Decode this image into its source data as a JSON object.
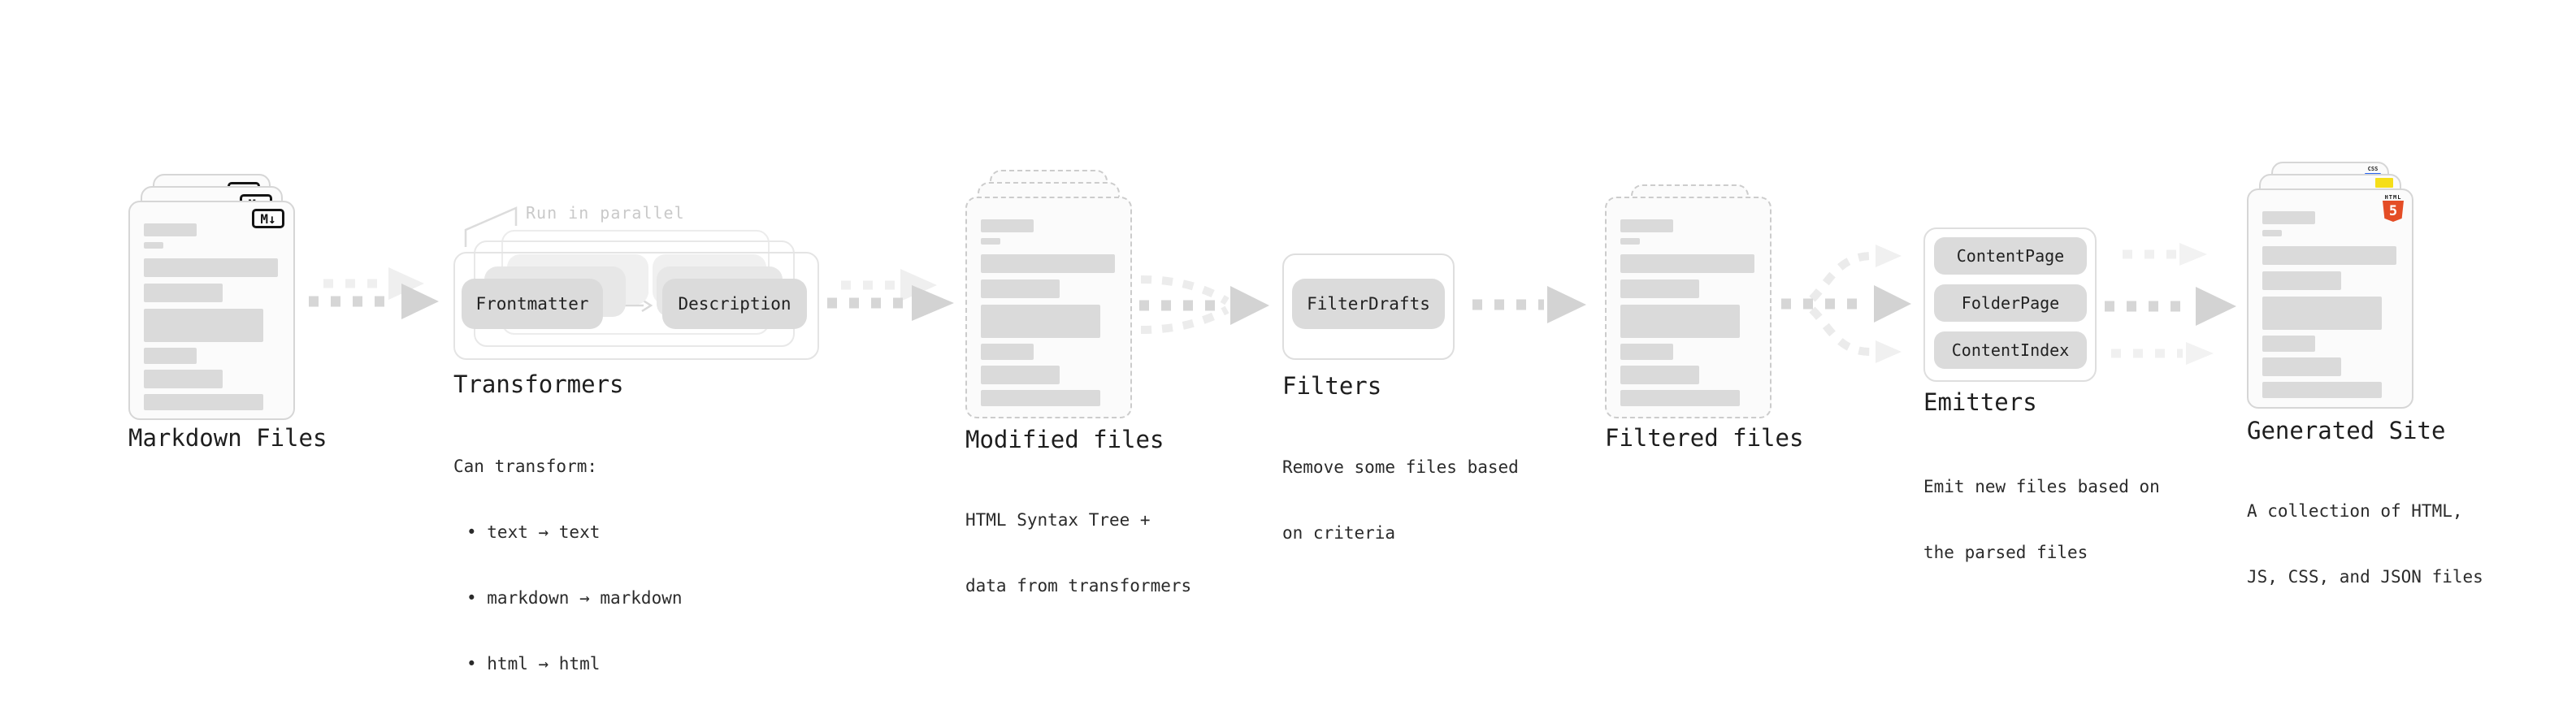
{
  "stages": {
    "markdown": {
      "title": "Markdown Files",
      "badge": "M↓"
    },
    "transformers": {
      "title": "Transformers",
      "annotation": "Run in parallel",
      "nodes": {
        "frontmatter": "Frontmatter",
        "description": "Description"
      },
      "desc_heading": "Can transform:",
      "bullets": [
        "• text → text",
        "• markdown → markdown",
        "• html → html"
      ]
    },
    "modified": {
      "title": "Modified files",
      "desc": [
        "HTML Syntax Tree +",
        "data from transformers"
      ]
    },
    "filters": {
      "title": "Filters",
      "nodes": {
        "filter_drafts": "FilterDrafts"
      },
      "desc": [
        "Remove some files based",
        "on criteria"
      ]
    },
    "filtered": {
      "title": "Filtered files"
    },
    "emitters": {
      "title": "Emitters",
      "nodes": {
        "content_page": "ContentPage",
        "folder_page": "FolderPage",
        "content_index": "ContentIndex"
      },
      "desc": [
        "Emit new files based on",
        "the parsed files"
      ]
    },
    "generated": {
      "title": "Generated Site",
      "desc": [
        "A collection of HTML,",
        "JS, CSS, and JSON files"
      ],
      "badges": {
        "css": "CSS",
        "html_label": "HTML",
        "html_number": "5"
      }
    }
  },
  "colors": {
    "bar_gray": "#dadada",
    "node_gray": "#dbdbdb",
    "arrow_gray": "#d6d6d6",
    "arrow_faint": "#f0f0f0",
    "html5_orange": "#e44d26",
    "js_yellow": "#f5de19",
    "css_blue": "#2965f1",
    "ink": "#1e1e1e"
  }
}
